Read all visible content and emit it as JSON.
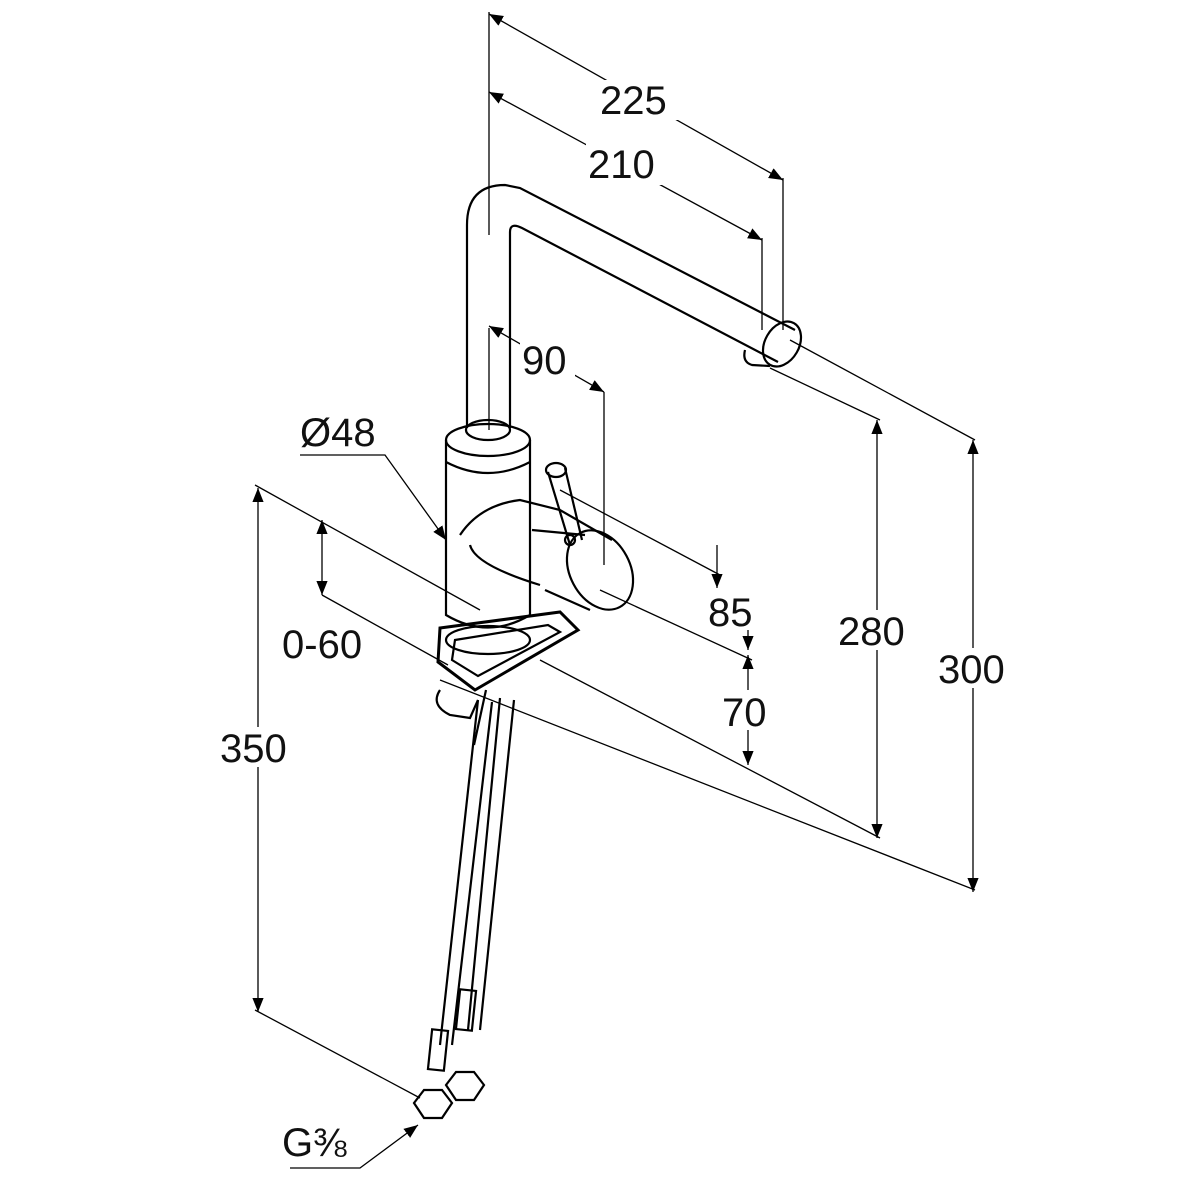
{
  "drawing": {
    "subject": "kitchen faucet dimension drawing",
    "line_color": "#000000",
    "background": "#ffffff"
  },
  "dimensions": {
    "d225": "225",
    "d210": "210",
    "d90": "90",
    "d48": "Ø48",
    "d85": "85",
    "d70": "70",
    "d0_60": "0-60",
    "d350": "350",
    "d280": "280",
    "d300": "300",
    "thread": "G⅜"
  }
}
